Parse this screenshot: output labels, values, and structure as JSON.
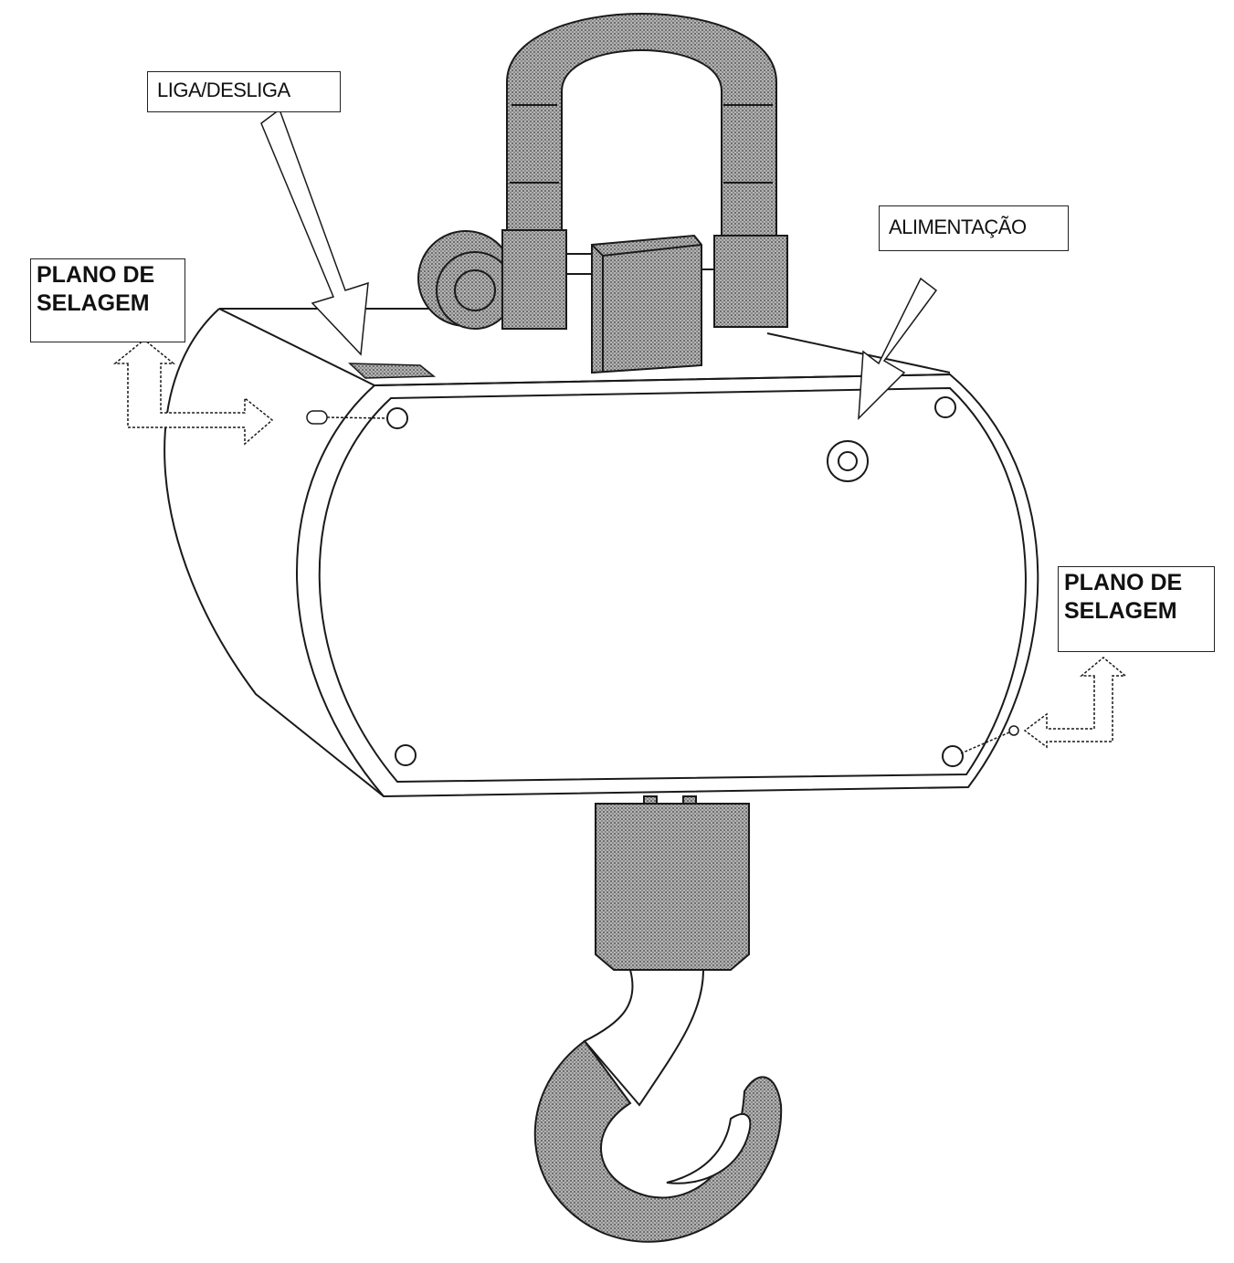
{
  "labels": {
    "power_switch": "LIGA/DESLIGA",
    "power_supply": "ALIMENTAÇÃO",
    "seal_left": {
      "line1": "PLANO DE",
      "line2": "SELAGEM"
    },
    "seal_right": {
      "line1": "PLANO DE",
      "line2": "SELAGEM"
    }
  },
  "colors": {
    "line": "#1a1a1a",
    "hatch_fill": "#9a9a9a",
    "background": "#ffffff"
  }
}
